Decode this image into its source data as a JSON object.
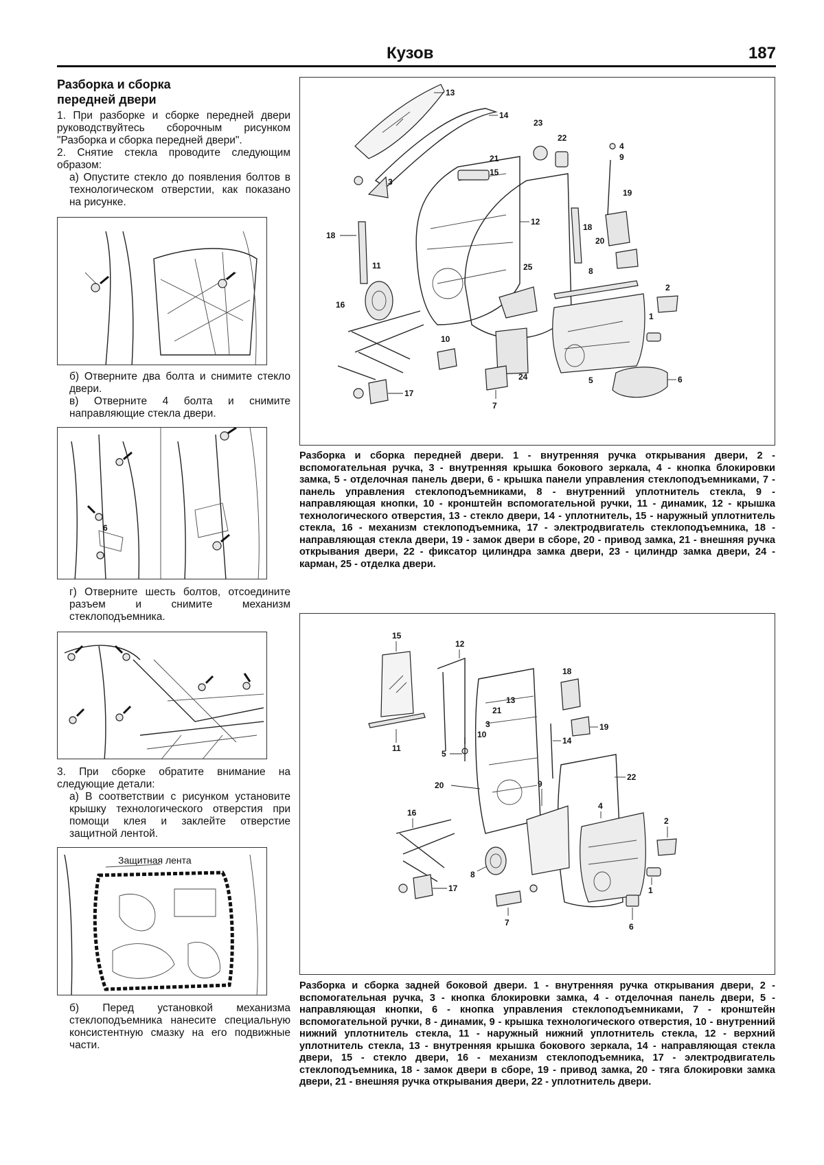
{
  "header": {
    "title": "Кузов",
    "page_number": "187"
  },
  "left": {
    "section_title_1": "Разборка и сборка",
    "section_title_2": "передней двери",
    "p1": "1. При разборке и сборке передней двери руководствуйтесь сборочным рисунком \"Разборка и сборка передней двери\".",
    "p2": "2. Снятие стекла проводите следующим образом:",
    "p2a": "а) Опустите стекло до появления болтов в технологическом отверстии, как показано на рисунке.",
    "p2b": "б) Отверните два болта и снимите стекло двери.",
    "p2c": "в) Отверните 4 болта и снимите направляющие стекла двери.",
    "p2d": "г) Отверните шесть болтов, отсоедините разъем и снимите механизм стеклоподъемника.",
    "p3": "3. При сборке обратите внимание на следующие детали:",
    "p3a": "а) В соответствии с рисунком установите крышку технологического отверстия при помощи клея и заклейте отверстие защитной лентой.",
    "fig_tape_label": "Защитная лента",
    "p3b": "б) Перед установкой механизма стеклоподъемника нанесите специальную консистентную смазку на его подвижные части."
  },
  "figures": {
    "fig2_label": "6"
  },
  "front_door": {
    "callouts": [
      "13",
      "14",
      "23",
      "22",
      "4",
      "9",
      "21",
      "15",
      "3",
      "19",
      "12",
      "18",
      "18",
      "20",
      "11",
      "25",
      "8",
      "2",
      "16",
      "1",
      "10",
      "24",
      "5",
      "6",
      "17",
      "7"
    ],
    "caption": "Разборка и сборка передней двери. 1 - внутренняя ручка открывания двери, 2 - вспомогательная ручка, 3 - внутренняя крышка бокового зеркала, 4 - кнопка блокировки замка, 5 - отделочная панель двери, 6 - крышка панели управления стеклоподъемниками, 7 - панель управления стеклоподъемниками, 8 - внутренний уплотнитель стекла, 9 - направляющая кнопки, 10 - кронштейн вспомогательной ручки, 11 - динамик, 12 - крышка технологического отверстия, 13 - стекло двери, 14 - уплотнитель, 15 - наружный уплотнитель стекла, 16 - механизм стеклоподъемника, 17 - электродвигатель стеклоподъемника, 18 - направляющая стекла двери, 19 - замок двери в сборе, 20 - привод замка, 21 - внешняя ручка открывания двери, 22 - фиксатор цилиндра замка двери, 23 - цилиндр замка двери, 24 - карман, 25 - отделка двери."
  },
  "rear_door": {
    "callouts": [
      "15",
      "12",
      "18",
      "13",
      "21",
      "19",
      "3",
      "10",
      "14",
      "5",
      "11",
      "20",
      "22",
      "9",
      "4",
      "16",
      "2",
      "8",
      "1",
      "17",
      "7",
      "6"
    ],
    "caption": "Разборка и сборка задней боковой двери. 1 - внутренняя ручка открывания двери, 2 - вспомогательная ручка, 3 - кнопка блокировки замка, 4 - отделочная панель двери, 5 - направляющая кнопки, 6 - кнопка управления стеклоподъемниками, 7 - кронштейн вспомогательной ручки, 8 - динамик, 9 - крышка технологического отверстия, 10 - внутренний нижний уплотнитель стекла, 11 - наружный нижний уплотнитель стекла, 12 - верхний уплотнитель стекла, 13 - внутренняя крышка бокового зеркала, 14 - направляющая стекла двери, 15 - стекло двери, 16 - механизм стеклоподъемника, 17 - электродвигатель стеклоподъемника, 18 - замок двери в сборе, 19 - привод замка, 20 - тяга блокировки замка двери, 21 - внешняя ручка открывания двери, 22 - уплотнитель двери."
  }
}
